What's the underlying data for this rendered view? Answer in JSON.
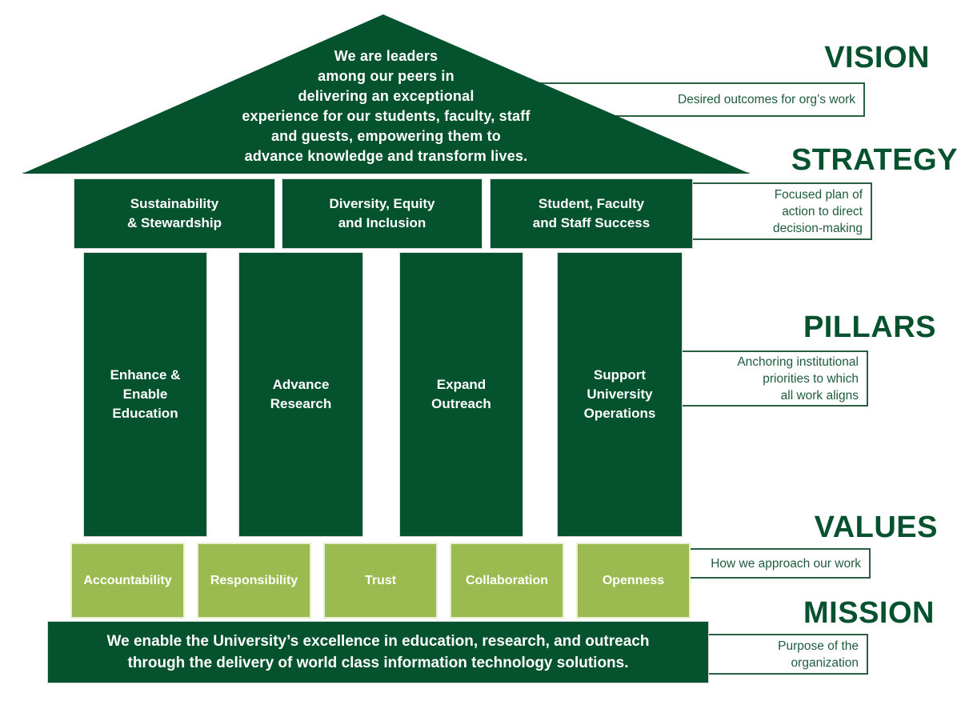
{
  "colors": {
    "dark_green": "#05522F",
    "light_green": "#9BBB50",
    "heading_green": "#06522E",
    "note_border_green": "#2A5F41",
    "text_white": "#FFFFFF"
  },
  "roof": {
    "vision_statement": "We are leaders\namong our peers in\ndelivering an exceptional\nexperience for our students, faculty, staff\nand guests, empowering them to\nadvance knowledge and transform lives."
  },
  "sections": {
    "vision": {
      "heading": "VISION",
      "note": "Desired outcomes for org’s work"
    },
    "strategy": {
      "heading": "STRATEGY",
      "note": "Focused plan of\naction to direct\ndecision-making",
      "boxes": [
        "Sustainability\n& Stewardship",
        "Diversity, Equity\nand Inclusion",
        "Student, Faculty\nand Staff Success"
      ]
    },
    "pillars": {
      "heading": "PILLARS",
      "note": "Anchoring institutional\npriorities to which\nall work aligns",
      "items": [
        "Enhance &\nEnable\nEducation",
        "Advance\nResearch",
        "Expand\nOutreach",
        "Support\nUniversity\nOperations"
      ]
    },
    "values": {
      "heading": "VALUES",
      "note": "How we approach our work",
      "items": [
        "Accountability",
        "Responsibility",
        "Trust",
        "Collaboration",
        "Openness"
      ]
    },
    "mission": {
      "heading": "MISSION",
      "note": "Purpose of the\norganization",
      "statement": "We enable the University’s excellence in education, research, and outreach\nthrough the delivery of world class information technology solutions."
    }
  }
}
